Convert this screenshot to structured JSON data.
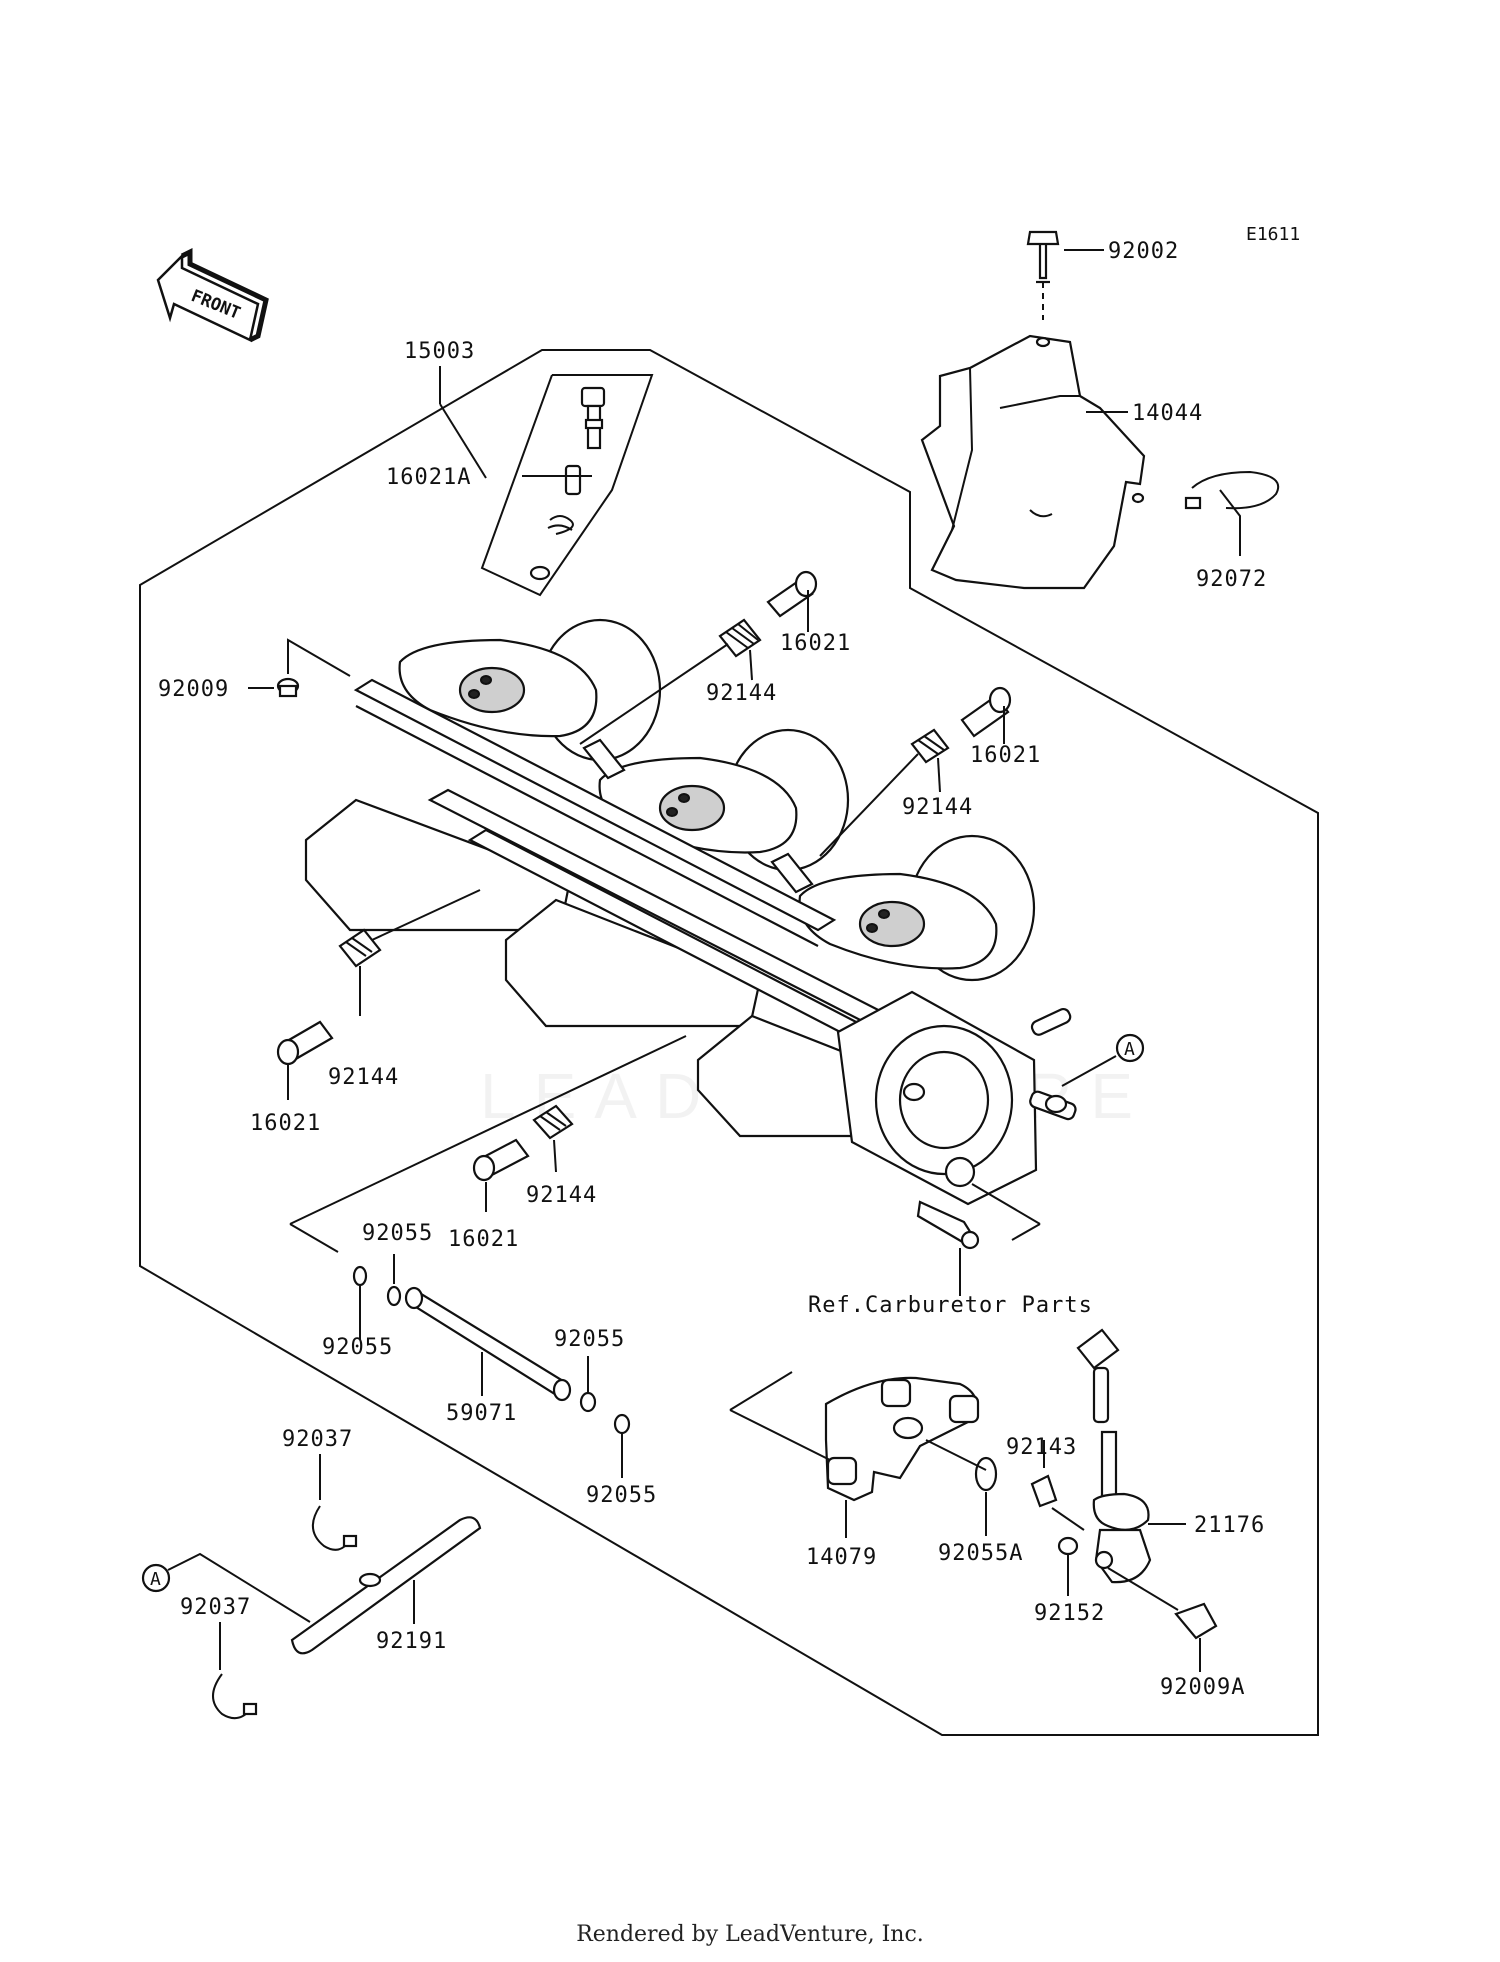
{
  "diagram_code": "E1611",
  "direction_label": "FRONT",
  "watermark": "LEADVENTURE",
  "footer": "Rendered by LeadVenture, Inc.",
  "reference_note": "Ref.Carburetor Parts",
  "callout_letter": "A",
  "part_labels": {
    "p92002": "92002",
    "p14044": "14044",
    "p92072": "92072",
    "p15003": "15003",
    "p16021A": "16021A",
    "p16021_top": "16021",
    "p92144_top": "92144",
    "p16021_mid": "16021",
    "p92144_mid": "92144",
    "p92009": "92009",
    "p92144_left": "92144",
    "p16021_left": "16021",
    "p92144_low": "92144",
    "p16021_low": "16021",
    "p92055_a": "92055",
    "p92055_b": "92055",
    "p59071": "59071",
    "p92055_c": "92055",
    "p92055_d": "92055",
    "p14079": "14079",
    "p92055A": "92055A",
    "p92143": "92143",
    "p21176": "21176",
    "p92152": "92152",
    "p92009A": "92009A",
    "p92037_top": "92037",
    "p92037_bot": "92037",
    "p92191": "92191"
  }
}
